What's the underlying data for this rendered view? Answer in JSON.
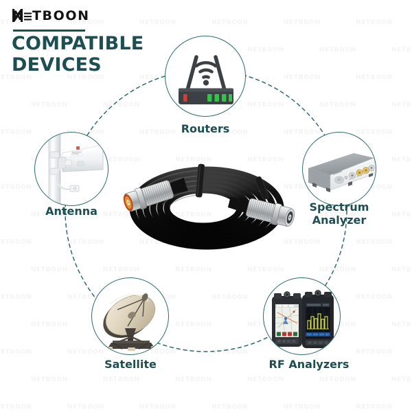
{
  "brand": {
    "logo": "NETBOON",
    "watermark_text": "NETBOON"
  },
  "header": {
    "title": "COMPATIBLE\nDEVICES",
    "accent_color": "#1d4f52",
    "rule_color": "#1d4f52"
  },
  "colors": {
    "title": "#1d4f52",
    "label": "#1d4f52",
    "ring_dash": "#2d6b6b",
    "bubble_border": "#2d6b6b",
    "background": "#ffffff",
    "router_led_red": "#e03a2f",
    "router_led_green": "#34c24a",
    "router_body": "#3b4044"
  },
  "center_product": {
    "name": "coaxial-cable-coil",
    "description": "Coiled black RF coaxial cable with two silver N-type male connectors"
  },
  "devices": [
    {
      "id": "antenna",
      "label": "Antenna",
      "icon": "antenna-icon",
      "position": "left"
    },
    {
      "id": "routers",
      "label": "Routers",
      "icon": "router-icon",
      "position": "top"
    },
    {
      "id": "spectrum-analyzer",
      "label": "Spectrum\nAnalyzer",
      "icon": "spectrum-analyzer-icon",
      "position": "right"
    },
    {
      "id": "satellite",
      "label": "Satellite",
      "icon": "satellite-dish-icon",
      "position": "bottom-left"
    },
    {
      "id": "rf-analyzers",
      "label": "RF Analyzers",
      "icon": "rf-analyzer-icon",
      "position": "bottom-right"
    }
  ]
}
